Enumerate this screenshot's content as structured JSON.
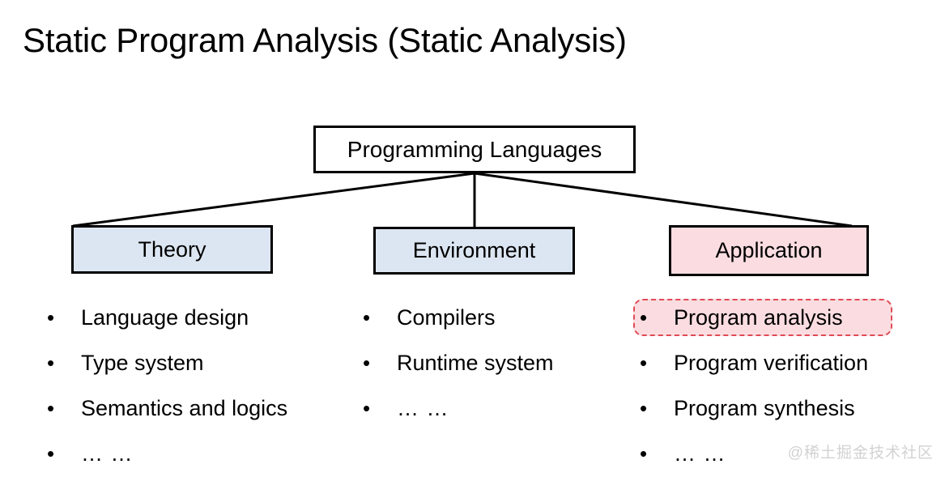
{
  "slide": {
    "title": "Static Program Analysis (Static Analysis)",
    "watermark": "@稀土掘金技术社区",
    "background_color": "#ffffff"
  },
  "colors": {
    "box_border": "#000000",
    "blue_fill": "#dce6f2",
    "pink_fill": "#fbdde1",
    "highlight_stroke": "#e04a55",
    "text": "#000000",
    "watermark": "#d2d2d2"
  },
  "tree": {
    "root": {
      "label": "Programming Languages",
      "fill": "#ffffff"
    },
    "children": [
      {
        "label": "Theory",
        "fill": "#dce6f2"
      },
      {
        "label": "Environment",
        "fill": "#dce6f2"
      },
      {
        "label": "Application",
        "fill": "#fbdde1"
      }
    ]
  },
  "columns": [
    {
      "parent": "Theory",
      "bullet_glyph": "•",
      "items": [
        {
          "text": "Language design",
          "highlighted": false
        },
        {
          "text": "Type system",
          "highlighted": false
        },
        {
          "text": "Semantics and logics",
          "highlighted": false
        },
        {
          "text": "… …",
          "highlighted": false
        }
      ]
    },
    {
      "parent": "Environment",
      "bullet_glyph": "•",
      "items": [
        {
          "text": "Compilers",
          "highlighted": false
        },
        {
          "text": "Runtime system",
          "highlighted": false
        },
        {
          "text": "… …",
          "highlighted": false
        }
      ]
    },
    {
      "parent": "Application",
      "bullet_glyph": "•",
      "items": [
        {
          "text": "Program analysis",
          "highlighted": true
        },
        {
          "text": "Program verification",
          "highlighted": false
        },
        {
          "text": "Program synthesis",
          "highlighted": false
        },
        {
          "text": "… …",
          "highlighted": false
        }
      ]
    }
  ]
}
